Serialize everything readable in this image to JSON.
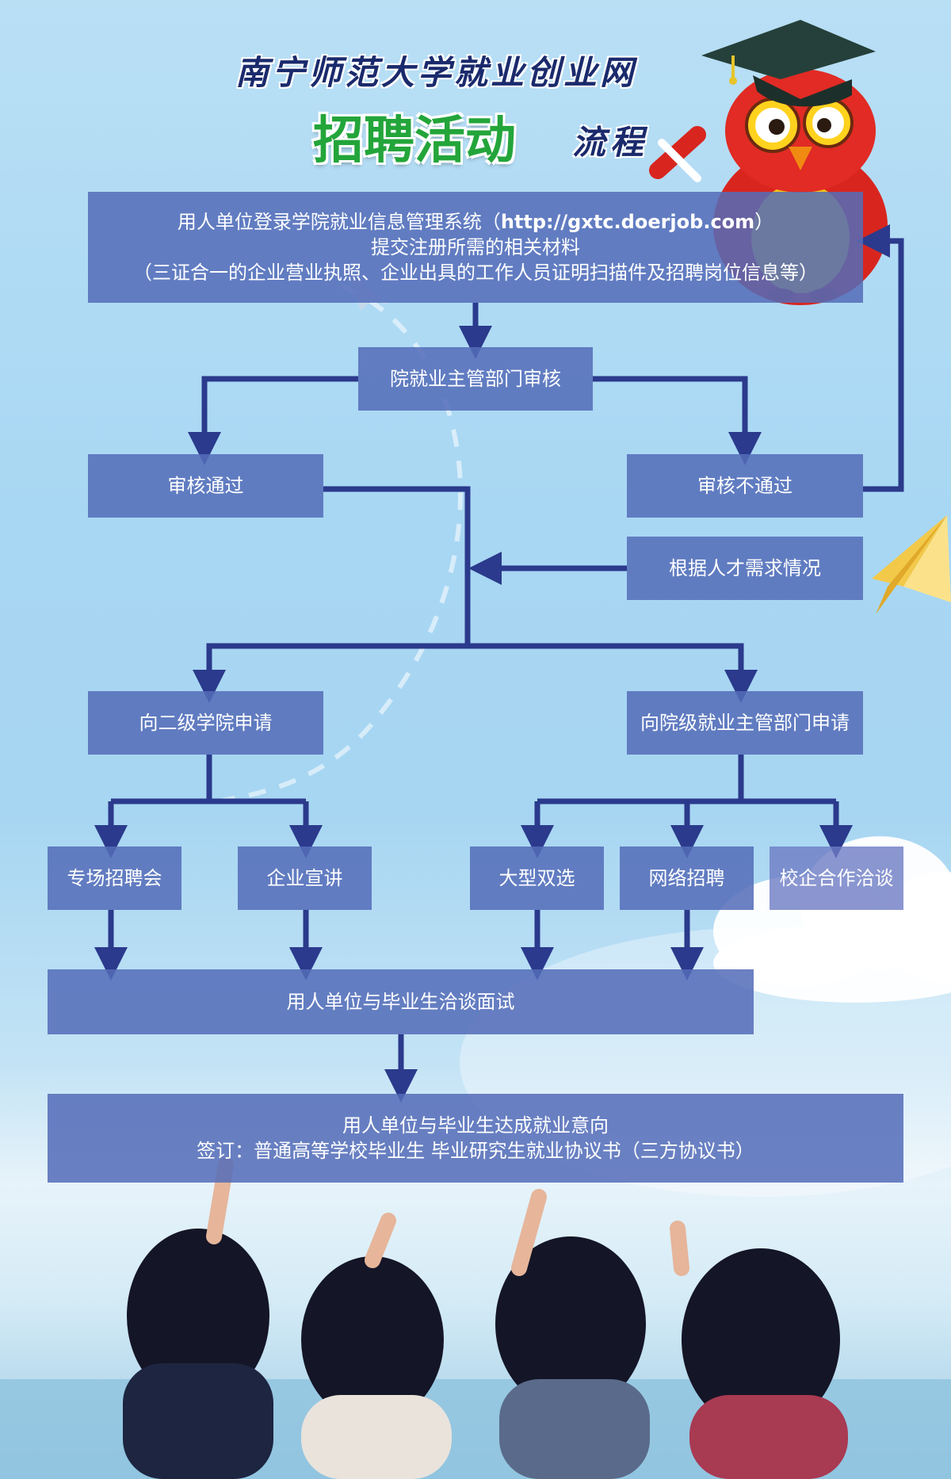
{
  "header": {
    "site_title": "南宁师范大学就业创业网",
    "main_title": "招聘活动",
    "main_title_suffix": "流程"
  },
  "flow": {
    "step_login": {
      "line1": "用人单位登录学院就业信息管理系统（",
      "url": "http://gxtc.doerjob.com",
      "line1_end": "）",
      "line2": "提交注册所需的相关材料",
      "line3": "（三证合一的企业营业执照、企业出具的工作人员证明扫描件及招聘岗位信息等）"
    },
    "review": "院就业主管部门审核",
    "approved": "审核通过",
    "rejected": "审核不通过",
    "by_demand": "根据人才需求情况",
    "apply_college": "向二级学院申请",
    "apply_dept": "向院级就业主管部门申请",
    "special_fair": "专场招聘会",
    "enterprise_talk": "企业宣讲",
    "large_fair": "大型双选",
    "online_recruit": "网络招聘",
    "school_enterprise": "校企合作洽谈",
    "interview": "用人单位与毕业生洽谈面试",
    "final": {
      "line1": "用人单位与毕业生达成就业意向",
      "line2": "签订：普通高等学校毕业生 毕业研究生就业协议书（三方协议书）"
    }
  },
  "colors": {
    "box": "#546cb8",
    "arrow": "#2b3a8c",
    "title_green": "#23a53a",
    "title_navy": "#1a2a6c"
  },
  "decorations": [
    "owl-mascot",
    "graduation-cap-icon",
    "paper-plane-icon",
    "cloud",
    "students-pointing"
  ]
}
